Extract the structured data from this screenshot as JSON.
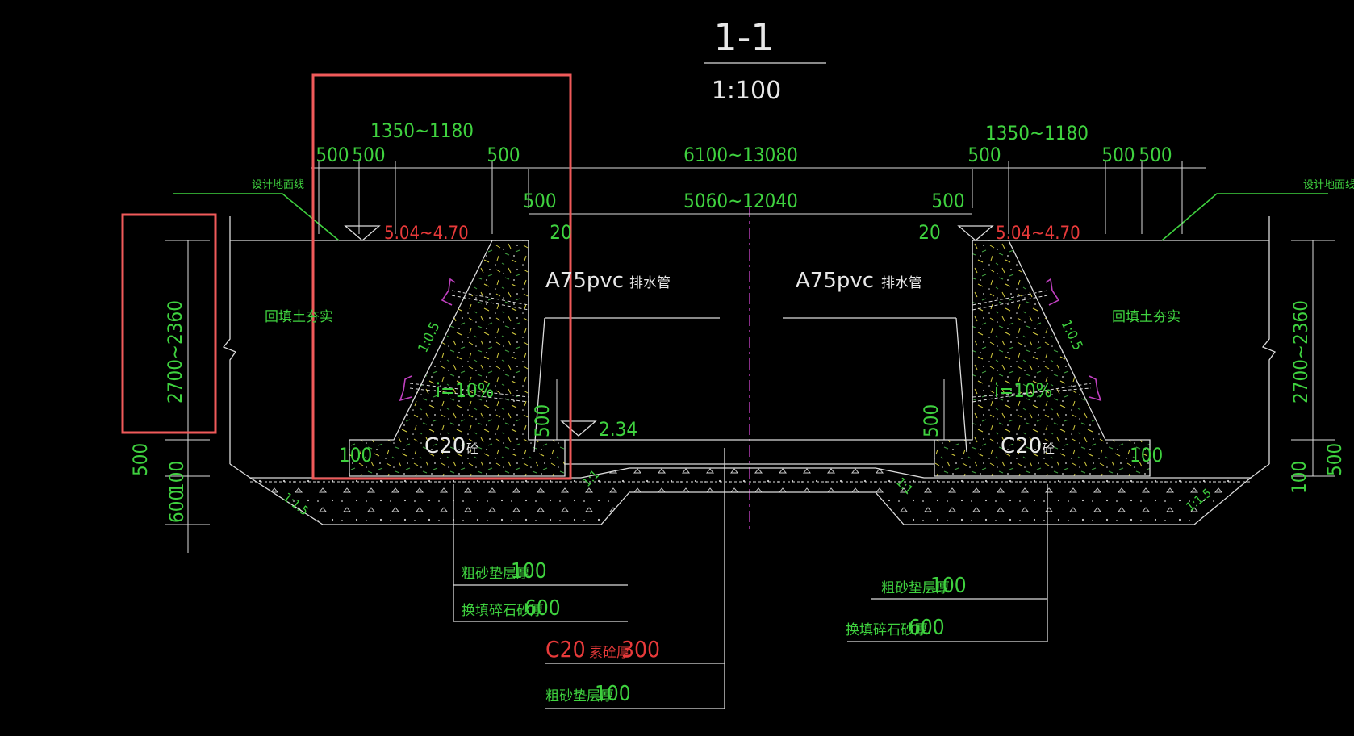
{
  "title": {
    "section": "1-1",
    "scale": "1:100"
  },
  "dims": {
    "top_span": "6100~13080",
    "inner_span": "5060~12040",
    "left_wall": "1350~1180",
    "right_wall": "1350~1180",
    "d500": "500",
    "d20": "20",
    "d100": "100",
    "d600": "600",
    "height": "2700~2360"
  },
  "elevations": {
    "top_left": "5.04~4.70",
    "top_right": "5.04~4.70",
    "bottom": "2.34"
  },
  "labels": {
    "design_ground": "设计地面线",
    "backfill": "回填土夯实",
    "pipe": "A75pvc",
    "pipe_suffix": "排水管",
    "concrete": "C20",
    "concrete_suffix": "砼",
    "slope_15": "1:0.5",
    "slope_10": "i=10%",
    "slope_11": "1:1",
    "slope_115": "1:1.5",
    "sand100_a": "粗砂垫层厚",
    "sand100_b": "100",
    "gravel600_a": "换填碎石砂厚",
    "gravel600_b": "600",
    "c20_plain_a": "C20",
    "c20_plain_b": "素砼厚",
    "c20_plain_c": "300"
  },
  "colors": {
    "dim": "#3fd23f",
    "elevation": "#e83a3a",
    "selection": "#f05a5a",
    "centerline": "#c040c0"
  }
}
